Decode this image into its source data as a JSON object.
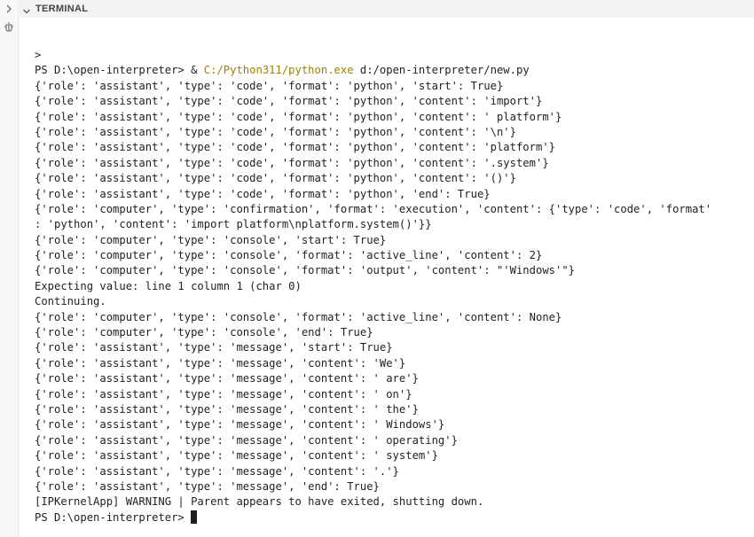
{
  "panel": {
    "title": "TERMINAL"
  },
  "icons": {
    "collapse_chevron": "chevron-right-icon",
    "panel_chevron": "chevron-down-icon",
    "debug": "debug-icon"
  },
  "terminal": {
    "lines": [
      ">",
      {
        "prompt": "PS D:\\open-interpreter> & ",
        "exe": "C:/Python311/python.exe",
        "args": " d:/open-interpreter/new.py"
      },
      "{'role': 'assistant', 'type': 'code', 'format': 'python', 'start': True}",
      "{'role': 'assistant', 'type': 'code', 'format': 'python', 'content': 'import'}",
      "{'role': 'assistant', 'type': 'code', 'format': 'python', 'content': ' platform'}",
      "{'role': 'assistant', 'type': 'code', 'format': 'python', 'content': '\\n'}",
      "{'role': 'assistant', 'type': 'code', 'format': 'python', 'content': 'platform'}",
      "{'role': 'assistant', 'type': 'code', 'format': 'python', 'content': '.system'}",
      "{'role': 'assistant', 'type': 'code', 'format': 'python', 'content': '()'}",
      "{'role': 'assistant', 'type': 'code', 'format': 'python', 'end': True}",
      "{'role': 'computer', 'type': 'confirmation', 'format': 'execution', 'content': {'type': 'code', 'format'",
      ": 'python', 'content': 'import platform\\nplatform.system()'}}",
      "{'role': 'computer', 'type': 'console', 'start': True}",
      "{'role': 'computer', 'type': 'console', 'format': 'active_line', 'content': 2}",
      "{'role': 'computer', 'type': 'console', 'format': 'output', 'content': \"'Windows'\"}",
      "Expecting value: line 1 column 1 (char 0)",
      "Continuing.",
      "{'role': 'computer', 'type': 'console', 'format': 'active_line', 'content': None}",
      "{'role': 'computer', 'type': 'console', 'end': True}",
      "{'role': 'assistant', 'type': 'message', 'start': True}",
      "{'role': 'assistant', 'type': 'message', 'content': 'We'}",
      "{'role': 'assistant', 'type': 'message', 'content': ' are'}",
      "{'role': 'assistant', 'type': 'message', 'content': ' on'}",
      "{'role': 'assistant', 'type': 'message', 'content': ' the'}",
      "{'role': 'assistant', 'type': 'message', 'content': ' Windows'}",
      "{'role': 'assistant', 'type': 'message', 'content': ' operating'}",
      "{'role': 'assistant', 'type': 'message', 'content': ' system'}",
      "{'role': 'assistant', 'type': 'message', 'content': '.'}",
      "{'role': 'assistant', 'type': 'message', 'end': True}",
      "[IPKernelApp] WARNING | Parent appears to have exited, shutting down.",
      {
        "prompt": "PS D:\\open-interpreter> ",
        "cursor": true
      }
    ]
  },
  "colors": {
    "accent_path": "#a57f00",
    "text": "#1f1f1f",
    "header_bg": "#f3f3f3"
  }
}
